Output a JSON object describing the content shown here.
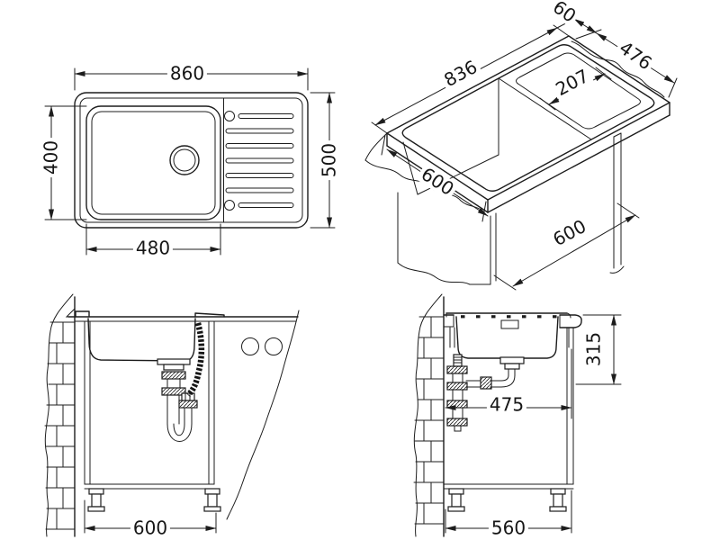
{
  "dims": {
    "top_view": {
      "overall_width": "860",
      "overall_depth": "500",
      "bowl_depth": "400",
      "bowl_width": "480"
    },
    "iso_view": {
      "edge_offset": "60",
      "cutout_depth": "476",
      "cutout_length": "836",
      "drainer_width": "207",
      "worktop_depth": "600",
      "cabinet_depth": "600"
    },
    "front_view": {
      "cabinet_width": "600"
    },
    "side_view": {
      "drain_height": "315",
      "trap_offset": "475",
      "cabinet_depth": "560"
    }
  },
  "colors": {
    "line": "#1d1d1d",
    "background": "#ffffff"
  }
}
